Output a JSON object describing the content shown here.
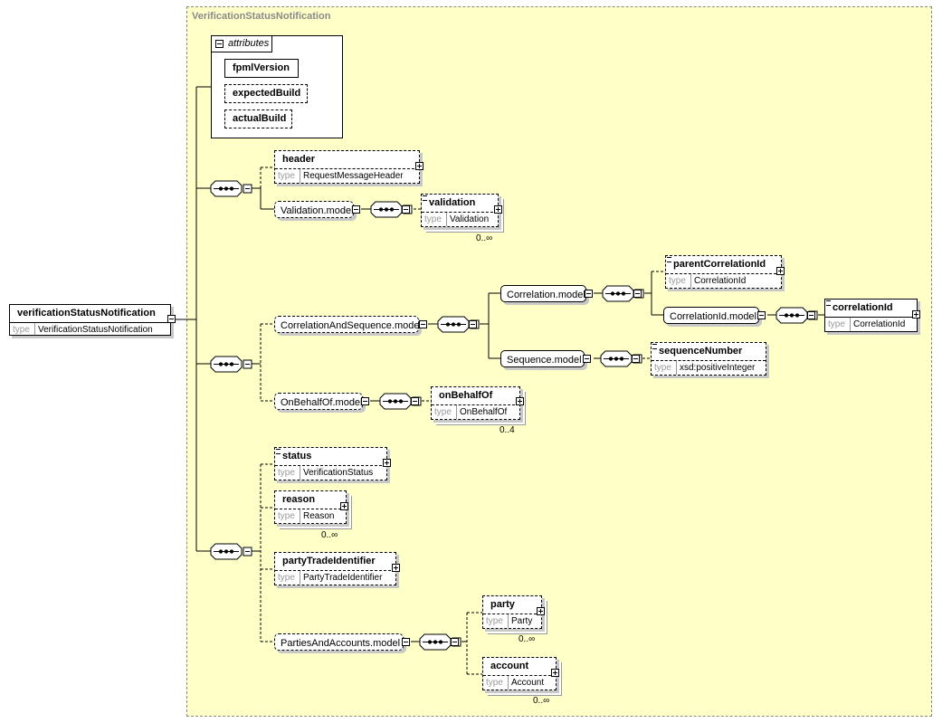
{
  "diagram": {
    "title": "VerificationStatusNotification",
    "type_keyword": "type",
    "root": {
      "name": "verificationStatusNotification",
      "type": "VerificationStatusNotification"
    },
    "attributes": {
      "label": "attributes",
      "items": [
        "fpmlVersion",
        "expectedBuild",
        "actualBuild"
      ]
    },
    "elements": {
      "header": {
        "name": "header",
        "type": "RequestMessageHeader"
      },
      "validation": {
        "name": "validation",
        "type": "Validation",
        "occurs": "0..∞"
      },
      "parentCorrelationId": {
        "name": "parentCorrelationId",
        "type": "CorrelationId"
      },
      "correlationId": {
        "name": "correlationId",
        "type": "CorrelationId"
      },
      "sequenceNumber": {
        "name": "sequenceNumber",
        "type": "xsd:positiveInteger"
      },
      "onBehalfOf": {
        "name": "onBehalfOf",
        "type": "OnBehalfOf",
        "occurs": "0..4"
      },
      "status": {
        "name": "status",
        "type": "VerificationStatus"
      },
      "reason": {
        "name": "reason",
        "type": "Reason",
        "occurs": "0..∞"
      },
      "partyTradeIdentifier": {
        "name": "partyTradeIdentifier",
        "type": "PartyTradeIdentifier"
      },
      "party": {
        "name": "party",
        "type": "Party",
        "occurs": "0..∞"
      },
      "account": {
        "name": "account",
        "type": "Account",
        "occurs": "0..∞"
      }
    },
    "groups": {
      "validation_model": "Validation.model",
      "correlation_and_sequence_model": "CorrelationAndSequence.model",
      "correlation_model": "Correlation.model",
      "correlation_id_model": "CorrelationId.model",
      "sequence_model": "Sequence.model",
      "on_behalf_of_model": "OnBehalfOf.model",
      "parties_and_accounts_model": "PartiesAndAccounts.model"
    }
  }
}
